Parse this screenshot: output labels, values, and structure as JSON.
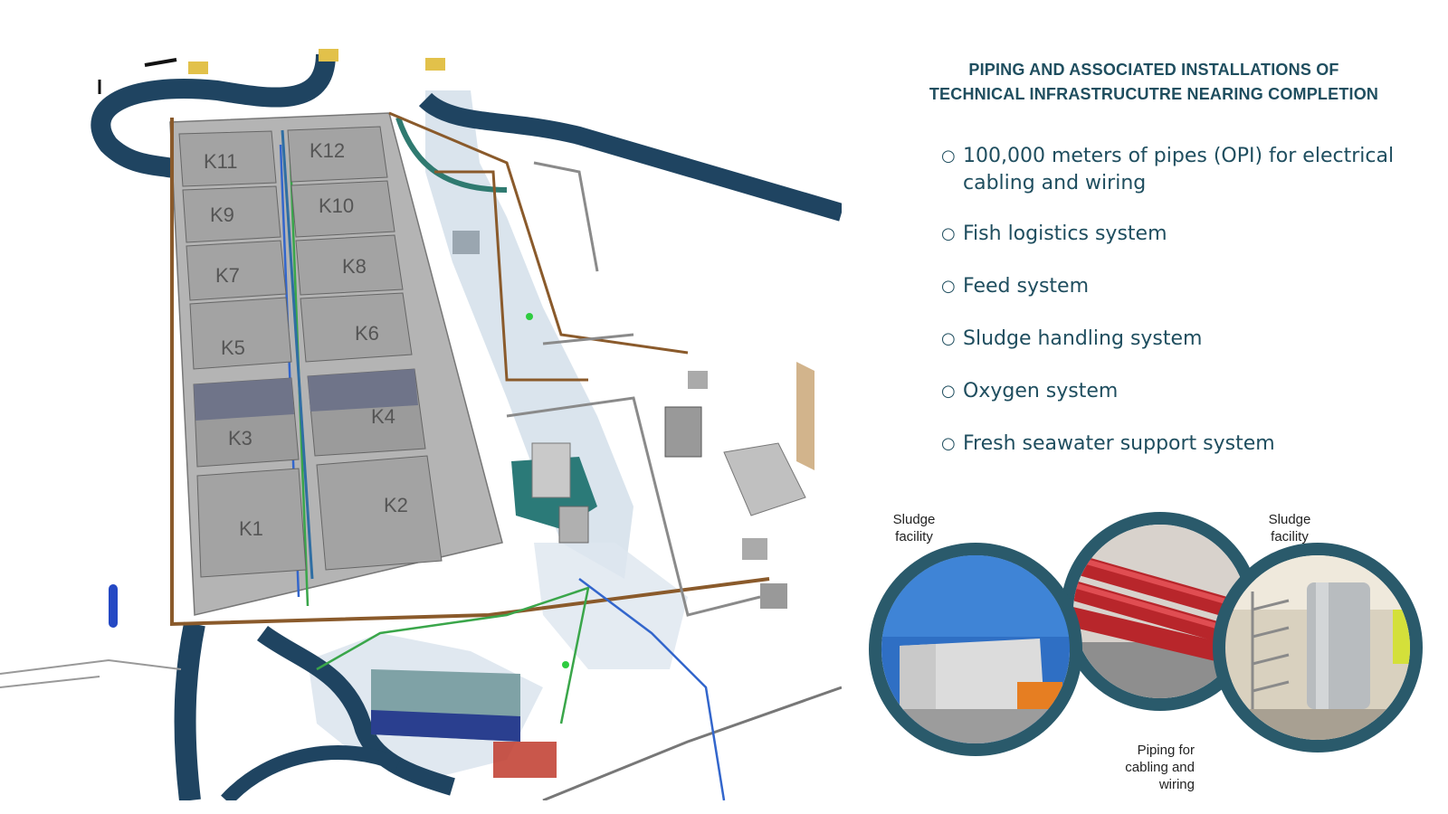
{
  "slide": {
    "title_line1": "PIPING AND ASSOCIATED INSTALLATIONS OF",
    "title_line2": "TECHNICAL INFRASTRUCUTRE NEARING COMPLETION",
    "bullet_marker": "○",
    "bullets": [
      {
        "line1": "100,000 meters of pipes (OPI) for electrical",
        "line2": "cabling and wiring"
      },
      {
        "line1": "Fish logistics system"
      },
      {
        "line1": "Feed system"
      },
      {
        "line1": "Sludge handling system"
      },
      {
        "line1": "Oxygen system"
      },
      {
        "line1": "Fresh seawater support system"
      }
    ]
  },
  "plan": {
    "tanks": [
      "K1",
      "K2",
      "K3",
      "K4",
      "K5",
      "K6",
      "K7",
      "K8",
      "K9",
      "K10",
      "K11",
      "K12"
    ],
    "colors": {
      "tank": "#a3a3a3",
      "tank_dark": "#8c8c8c",
      "duct": "#1f4461",
      "pipe_brown": "#8a5a2b",
      "water": "#c6d4e3",
      "green": "#3aa64a",
      "blue": "#3366cc"
    }
  },
  "photos": {
    "left_caption_1": "Sludge",
    "left_caption_2": "facility",
    "right_caption_1": "Sludge",
    "right_caption_2": "facility",
    "bottom_caption_1": "Piping for",
    "bottom_caption_2": "cabling and",
    "bottom_caption_3": "wiring",
    "ring_color": "#2a5a6b"
  }
}
